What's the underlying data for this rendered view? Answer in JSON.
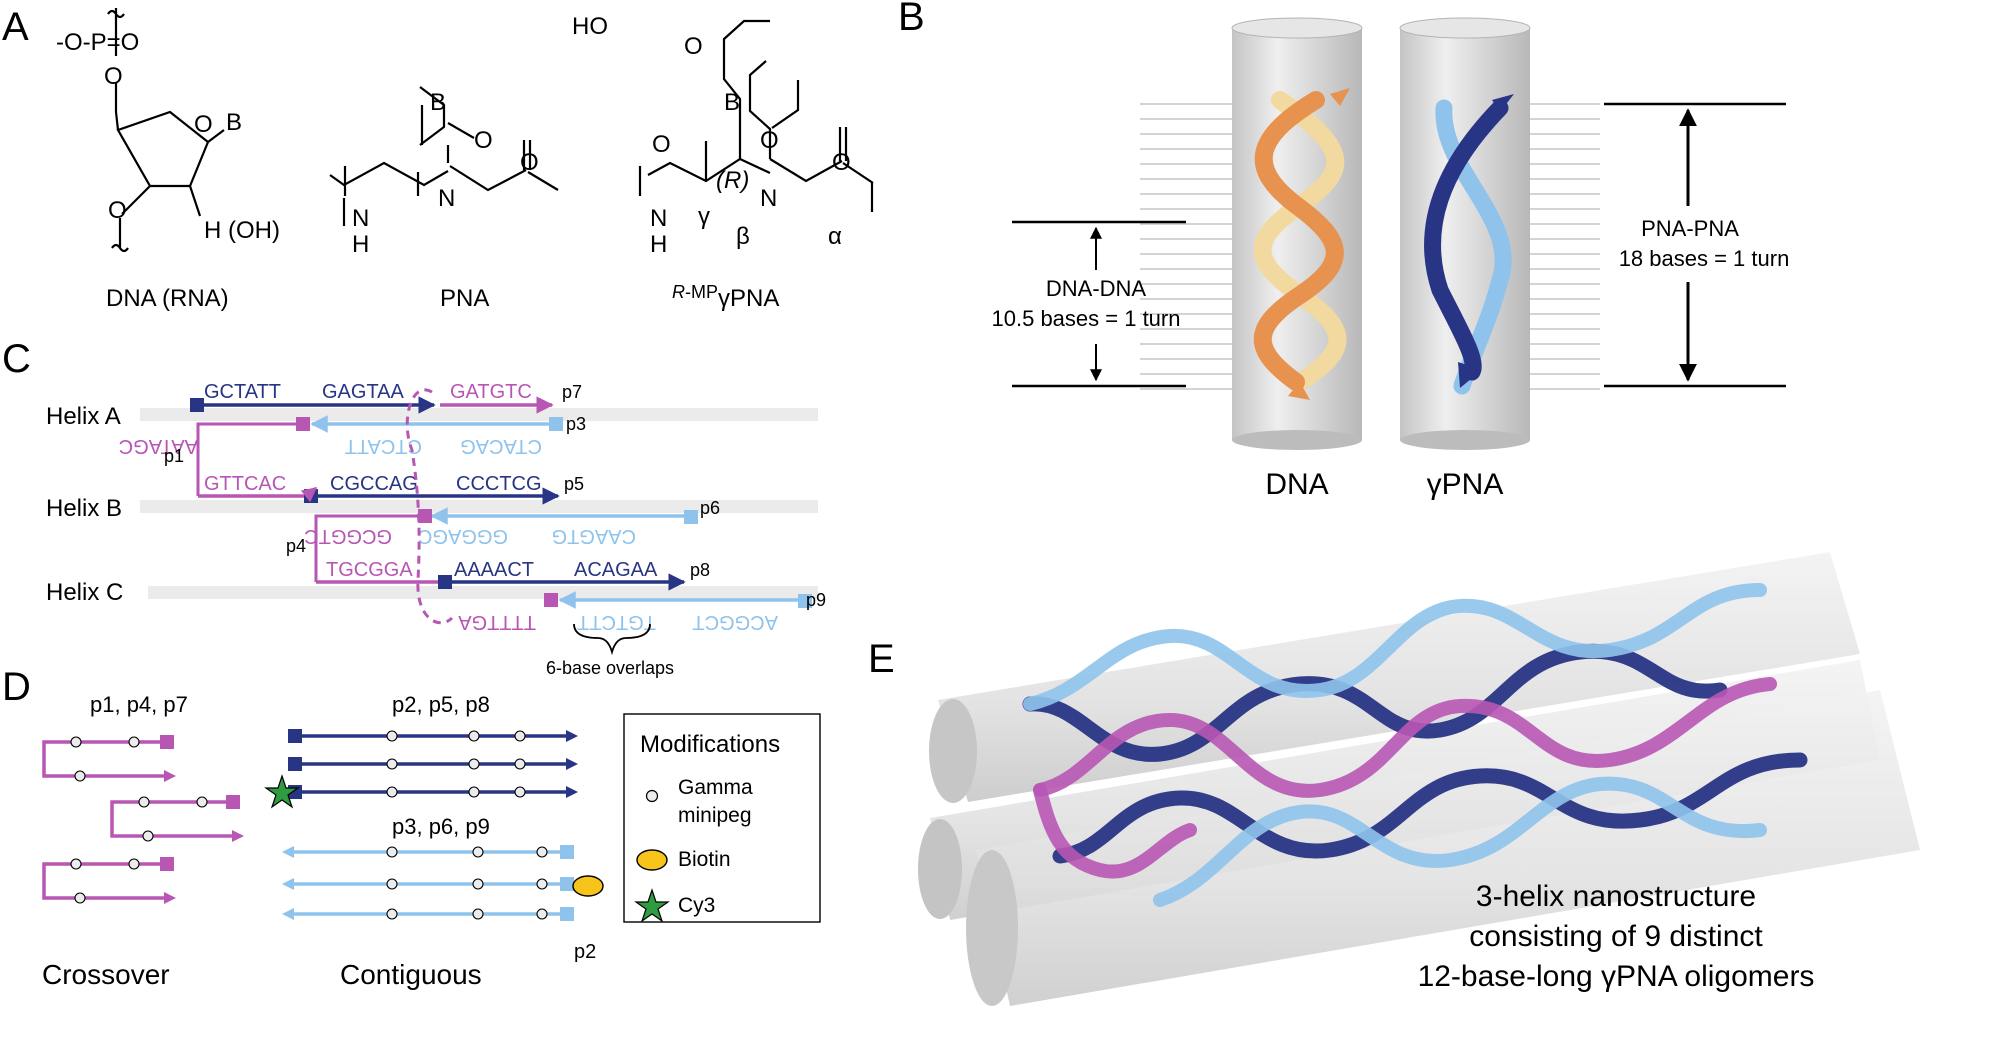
{
  "panels": {
    "a": "A",
    "b": "B",
    "c": "C",
    "d": "D",
    "e": "E"
  },
  "panel_a": {
    "dna_label": "DNA (RNA)",
    "pna_label": "PNA",
    "gpna_label_prefix": "R",
    "gpna_label_mp": "-MP",
    "gpna_label_main": "γPNA",
    "atoms": {
      "phosphate": "-O-P=O",
      "p_oxygen": "O",
      "ring_oxygen": "O",
      "base": "B",
      "h_oh": "H (OH)",
      "o3": "O",
      "nh": "N",
      "h": "H",
      "n": "N",
      "carbonyl_o": "O",
      "ho": "HO",
      "ether_o1": "O",
      "ether_o2": "O",
      "r": "(R)",
      "gamma": "γ",
      "beta": "β",
      "alpha": "α"
    }
  },
  "panel_b": {
    "dna_label": "DNA",
    "gpna_label": "γPNA",
    "dna_dna": "DNA-DNA",
    "dna_turn": "10.5 bases = 1 turn",
    "pna_pna": "PNA-PNA",
    "pna_turn": "18 bases = 1 turn"
  },
  "panel_c": {
    "helix_a": "Helix A",
    "helix_b": "Helix B",
    "helix_c": "Helix C",
    "seq": {
      "a_top_1": "GCTATT",
      "a_top_2": "GAGTAA",
      "a_top_3": "GATGTC",
      "a_bot_1": "AATAGC",
      "a_bot_2": "CTCATT",
      "a_bot_3": "CTACAG",
      "b_top_1": "GTTCAC",
      "b_top_2": "CGCCAG",
      "b_top_3": "CCCTCG",
      "b_bot_1": "GCGGTC",
      "b_bot_2": "GGGAGC",
      "b_bot_3": "CAAGTG",
      "c_top_1": "TGCGGA",
      "c_top_2": "AAAACT",
      "c_top_3": "ACAGAA",
      "c_bot_1": "TTTTGA",
      "c_bot_2": "TGTCTT",
      "c_bot_3": "ACGGCT"
    },
    "strands": {
      "p1": "p1",
      "p3": "p3",
      "p4": "p4",
      "p5": "p5",
      "p6": "p6",
      "p7": "p7",
      "p8": "p8",
      "p9": "p9"
    },
    "overlap": "6-base overlaps"
  },
  "panel_d": {
    "crossover_title": "p1, p4, p7",
    "crossover_label": "Crossover",
    "contig_top_title": "p2, p5, p8",
    "contig_bottom_title": "p3, p6, p9",
    "contig_label": "Contiguous",
    "p2": "p2",
    "legend": {
      "title": "Modifications",
      "gamma_1": "Gamma",
      "gamma_2": "minipeg",
      "biotin": "Biotin",
      "cy3": "Cy3"
    }
  },
  "panel_e": {
    "caption_1": "3-helix nanostructure",
    "caption_2": "consisting of 9 distinct",
    "caption_3": "12-base-long γPNA oligomers"
  },
  "colors": {
    "dark_blue": "#283584",
    "light_blue": "#8fc3ec",
    "magenta": "#b856b4",
    "orange": "#e89458",
    "cream": "#f2d9a0",
    "cylinder": "#dcdcdc",
    "helix_track": "#ebebeb",
    "biotin": "#f6c41a",
    "cy3": "#2f9c40"
  }
}
